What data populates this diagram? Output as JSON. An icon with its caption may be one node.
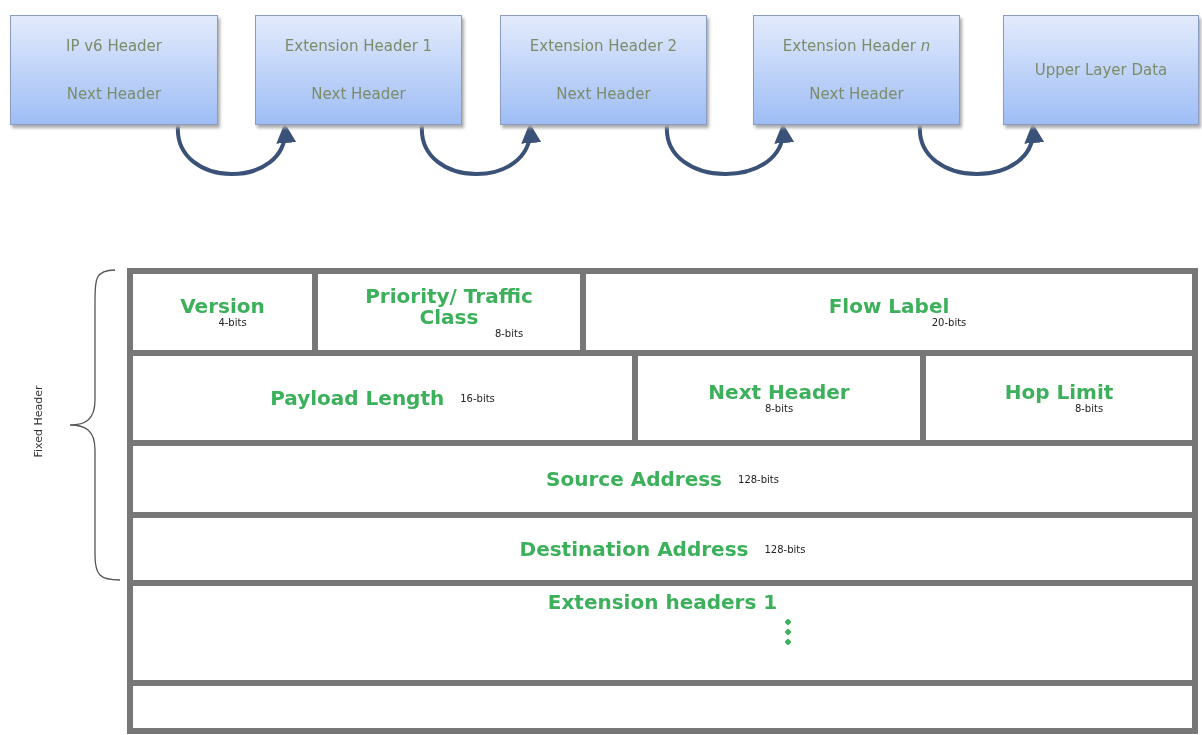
{
  "diagram": {
    "nodes": [
      {
        "text": [
          "IP v6 Header",
          "Next Header"
        ]
      },
      {
        "text": [
          "Extension Header 1",
          "Next Header"
        ]
      },
      {
        "text": [
          "Extension Header 2",
          "Next Header"
        ]
      },
      {
        "text": [
          "Extension Header *n*",
          "Next Header"
        ]
      },
      {
        "text": [
          "Upper Layer Data"
        ]
      },
      {
        "text": [
          "Version",
          "4-bits"
        ]
      },
      {
        "text": [
          "Priority/ Traffic Class",
          "8-bits"
        ]
      },
      {
        "text": [
          "Flow Label",
          "20-bits"
        ]
      },
      {
        "text": [
          "Payload Length",
          "16-bits"
        ]
      },
      {
        "text": [
          "Next Header",
          "8-bits"
        ]
      },
      {
        "text": [
          "Hop Limit",
          "8-bits"
        ]
      },
      {
        "text": [
          "Source Address",
          "128-bits"
        ]
      },
      {
        "text": [
          "Destination Address",
          "128-bits"
        ]
      },
      {
        "text": [
          "Extension headers 1"
        ]
      },
      {
        "text": [],
        "shape": "box"
      }
    ],
    "edges": [
      {
        "from": 0,
        "to": 1,
        "arrow": "to"
      },
      {
        "from": 1,
        "to": 2,
        "arrow": "to"
      },
      {
        "from": 2,
        "to": 3,
        "arrow": "to"
      },
      {
        "from": 3,
        "to": 4,
        "arrow": "to"
      }
    ],
    "labels": [
      "Fixed Header"
    ]
  }
}
